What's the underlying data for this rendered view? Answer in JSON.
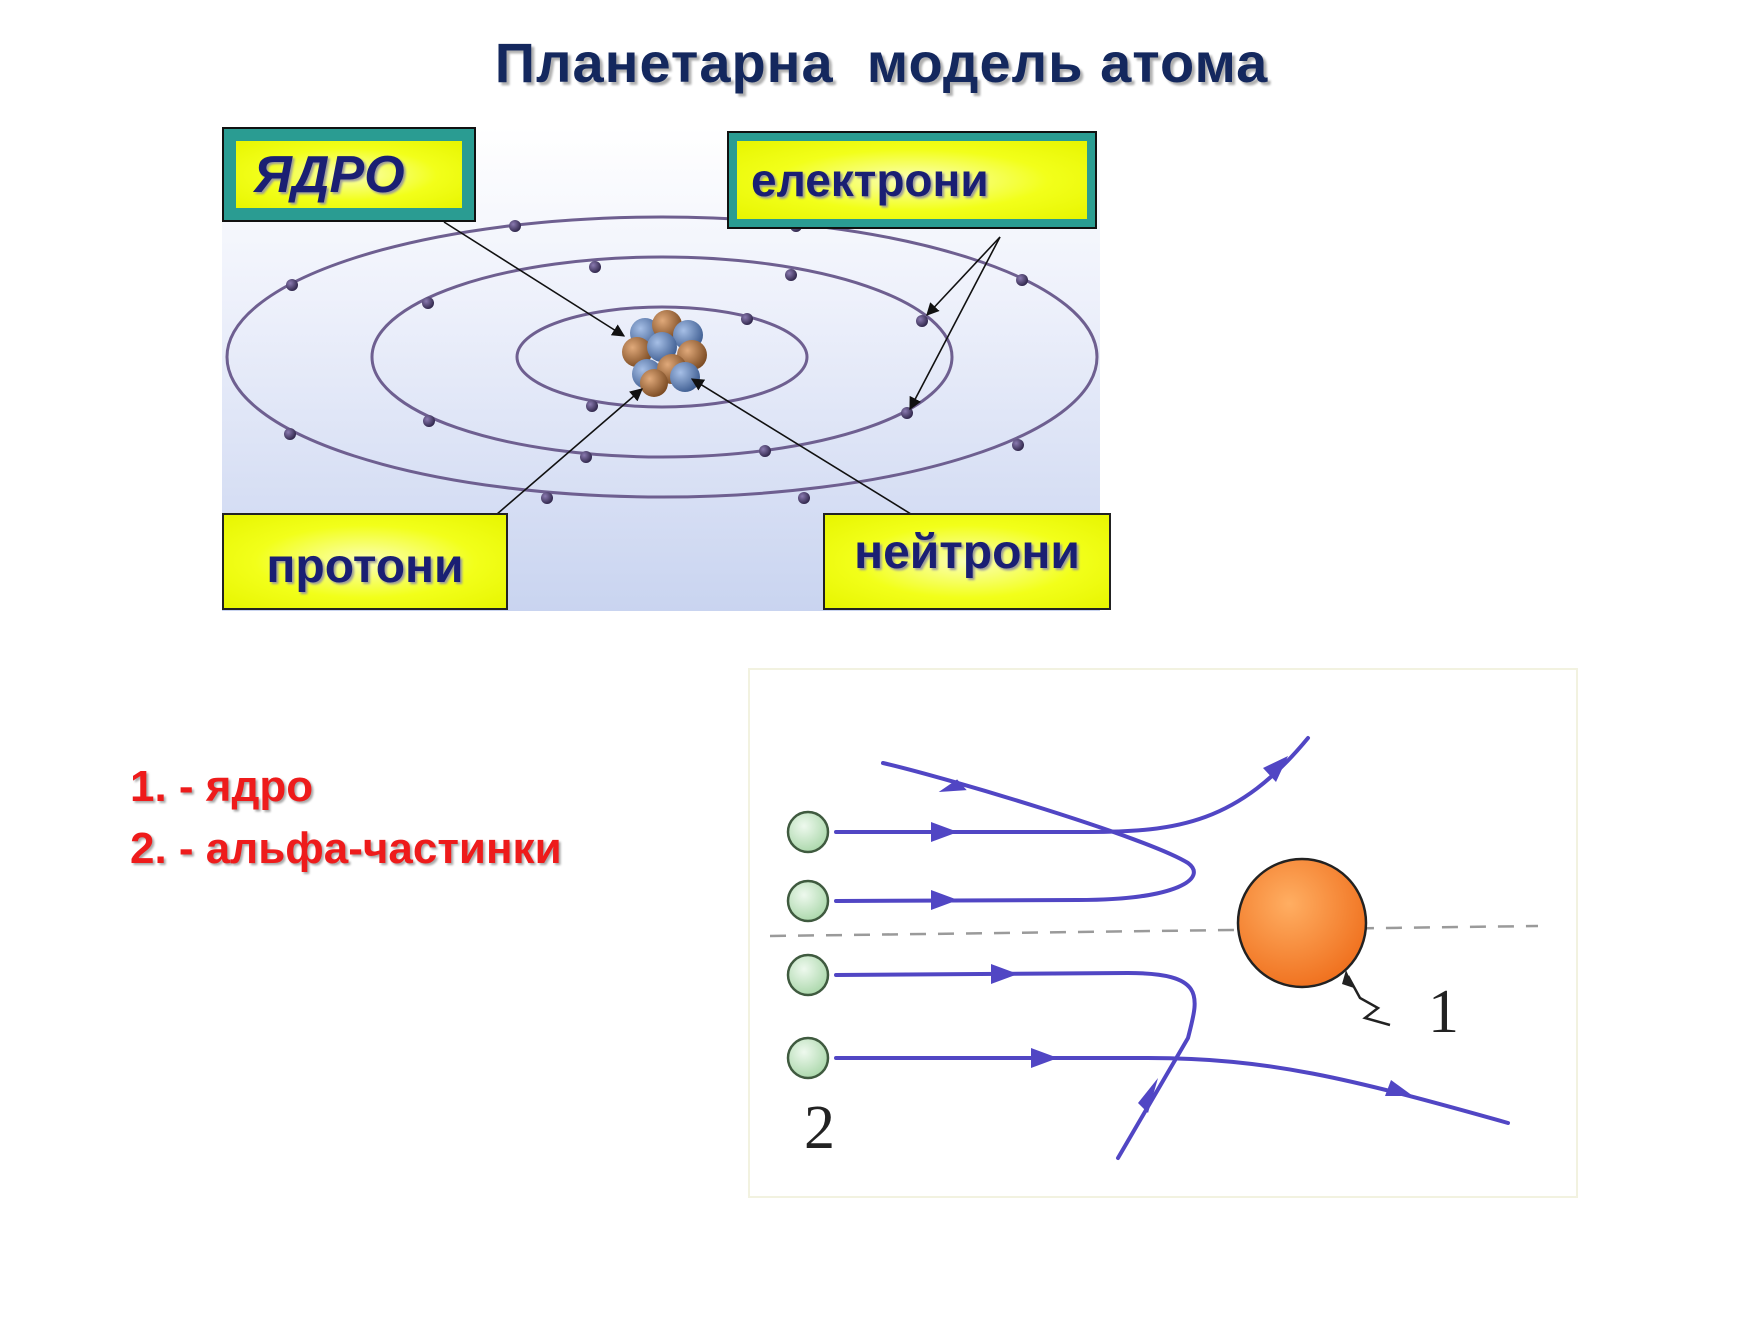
{
  "title": "Планетарна  модель атома",
  "atom_labels": {
    "nucleus": "ЯДРО",
    "electrons": "електрони",
    "protons": "протони",
    "neutrons": "нейтрони"
  },
  "legend": {
    "items": [
      "1. - ядро",
      "2. - альфа-частинки"
    ]
  },
  "scatter_labels": {
    "nucleus_number": "1",
    "particle_number": "2"
  },
  "colors": {
    "title": "#14285e",
    "legend": "#ee1b1b",
    "label_fill": "#f2ff1a",
    "label_text": "#1a1f73",
    "teal_frame": "#2a9c92",
    "trajectory": "#5146c4",
    "nucleus": "#f47f2a",
    "alpha_particle": "#c9e8c9"
  }
}
